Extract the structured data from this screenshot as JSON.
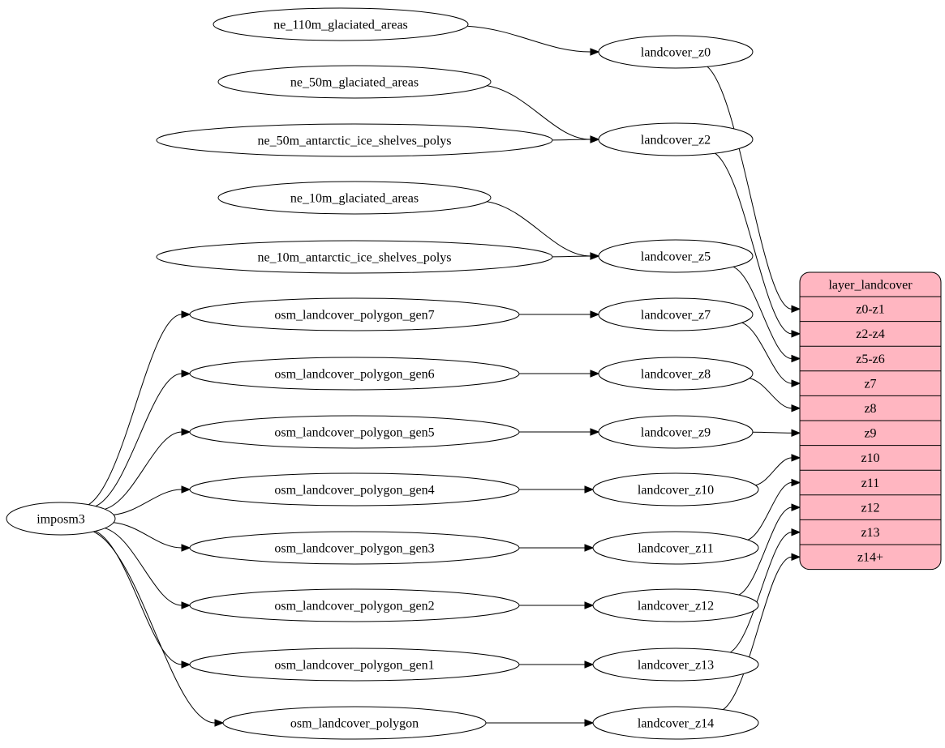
{
  "diagram": {
    "background_color": "#ffffff",
    "node_fill": "#ffffff",
    "node_stroke": "#000000",
    "edge_color": "#000000",
    "nodes": [
      {
        "id": "imposm3",
        "label": "imposm3"
      },
      {
        "id": "ne_110m_glaciated_areas",
        "label": "ne_110m_glaciated_areas"
      },
      {
        "id": "ne_50m_glaciated_areas",
        "label": "ne_50m_glaciated_areas"
      },
      {
        "id": "ne_50m_antarctic_ice_shelves_polys",
        "label": "ne_50m_antarctic_ice_shelves_polys"
      },
      {
        "id": "ne_10m_glaciated_areas",
        "label": "ne_10m_glaciated_areas"
      },
      {
        "id": "ne_10m_antarctic_ice_shelves_polys",
        "label": "ne_10m_antarctic_ice_shelves_polys"
      },
      {
        "id": "osm_landcover_polygon_gen7",
        "label": "osm_landcover_polygon_gen7"
      },
      {
        "id": "osm_landcover_polygon_gen6",
        "label": "osm_landcover_polygon_gen6"
      },
      {
        "id": "osm_landcover_polygon_gen5",
        "label": "osm_landcover_polygon_gen5"
      },
      {
        "id": "osm_landcover_polygon_gen4",
        "label": "osm_landcover_polygon_gen4"
      },
      {
        "id": "osm_landcover_polygon_gen3",
        "label": "osm_landcover_polygon_gen3"
      },
      {
        "id": "osm_landcover_polygon_gen2",
        "label": "osm_landcover_polygon_gen2"
      },
      {
        "id": "osm_landcover_polygon_gen1",
        "label": "osm_landcover_polygon_gen1"
      },
      {
        "id": "osm_landcover_polygon",
        "label": "osm_landcover_polygon"
      },
      {
        "id": "landcover_z0",
        "label": "landcover_z0"
      },
      {
        "id": "landcover_z2",
        "label": "landcover_z2"
      },
      {
        "id": "landcover_z5",
        "label": "landcover_z5"
      },
      {
        "id": "landcover_z7",
        "label": "landcover_z7"
      },
      {
        "id": "landcover_z8",
        "label": "landcover_z8"
      },
      {
        "id": "landcover_z9",
        "label": "landcover_z9"
      },
      {
        "id": "landcover_z10",
        "label": "landcover_z10"
      },
      {
        "id": "landcover_z11",
        "label": "landcover_z11"
      },
      {
        "id": "landcover_z12",
        "label": "landcover_z12"
      },
      {
        "id": "landcover_z13",
        "label": "landcover_z13"
      },
      {
        "id": "landcover_z14",
        "label": "landcover_z14"
      }
    ],
    "table": {
      "id": "layer_landcover",
      "title": "layer_landcover",
      "rows": [
        "z0-z1",
        "z2-z4",
        "z5-z6",
        "z7",
        "z8",
        "z9",
        "z10",
        "z11",
        "z12",
        "z13",
        "z14+"
      ],
      "fill": "#ffb6c1",
      "stroke": "#000000"
    },
    "edges": [
      {
        "from": "imposm3",
        "to": "osm_landcover_polygon_gen7"
      },
      {
        "from": "imposm3",
        "to": "osm_landcover_polygon_gen6"
      },
      {
        "from": "imposm3",
        "to": "osm_landcover_polygon_gen5"
      },
      {
        "from": "imposm3",
        "to": "osm_landcover_polygon_gen4"
      },
      {
        "from": "imposm3",
        "to": "osm_landcover_polygon_gen3"
      },
      {
        "from": "imposm3",
        "to": "osm_landcover_polygon_gen2"
      },
      {
        "from": "imposm3",
        "to": "osm_landcover_polygon_gen1"
      },
      {
        "from": "imposm3",
        "to": "osm_landcover_polygon"
      },
      {
        "from": "ne_110m_glaciated_areas",
        "to": "landcover_z0"
      },
      {
        "from": "ne_50m_glaciated_areas",
        "to": "landcover_z2"
      },
      {
        "from": "ne_50m_antarctic_ice_shelves_polys",
        "to": "landcover_z2"
      },
      {
        "from": "ne_10m_glaciated_areas",
        "to": "landcover_z5"
      },
      {
        "from": "ne_10m_antarctic_ice_shelves_polys",
        "to": "landcover_z5"
      },
      {
        "from": "osm_landcover_polygon_gen7",
        "to": "landcover_z7"
      },
      {
        "from": "osm_landcover_polygon_gen6",
        "to": "landcover_z8"
      },
      {
        "from": "osm_landcover_polygon_gen5",
        "to": "landcover_z9"
      },
      {
        "from": "osm_landcover_polygon_gen4",
        "to": "landcover_z10"
      },
      {
        "from": "osm_landcover_polygon_gen3",
        "to": "landcover_z11"
      },
      {
        "from": "osm_landcover_polygon_gen2",
        "to": "landcover_z12"
      },
      {
        "from": "osm_landcover_polygon_gen1",
        "to": "landcover_z13"
      },
      {
        "from": "osm_landcover_polygon",
        "to": "landcover_z14"
      },
      {
        "from": "landcover_z0",
        "to": "layer_landcover",
        "row": "z0-z1"
      },
      {
        "from": "landcover_z2",
        "to": "layer_landcover",
        "row": "z2-z4"
      },
      {
        "from": "landcover_z5",
        "to": "layer_landcover",
        "row": "z5-z6"
      },
      {
        "from": "landcover_z7",
        "to": "layer_landcover",
        "row": "z7"
      },
      {
        "from": "landcover_z8",
        "to": "layer_landcover",
        "row": "z8"
      },
      {
        "from": "landcover_z9",
        "to": "layer_landcover",
        "row": "z9"
      },
      {
        "from": "landcover_z10",
        "to": "layer_landcover",
        "row": "z10"
      },
      {
        "from": "landcover_z11",
        "to": "layer_landcover",
        "row": "z11"
      },
      {
        "from": "landcover_z12",
        "to": "layer_landcover",
        "row": "z12"
      },
      {
        "from": "landcover_z13",
        "to": "layer_landcover",
        "row": "z13"
      },
      {
        "from": "landcover_z14",
        "to": "layer_landcover",
        "row": "z14+"
      }
    ]
  }
}
